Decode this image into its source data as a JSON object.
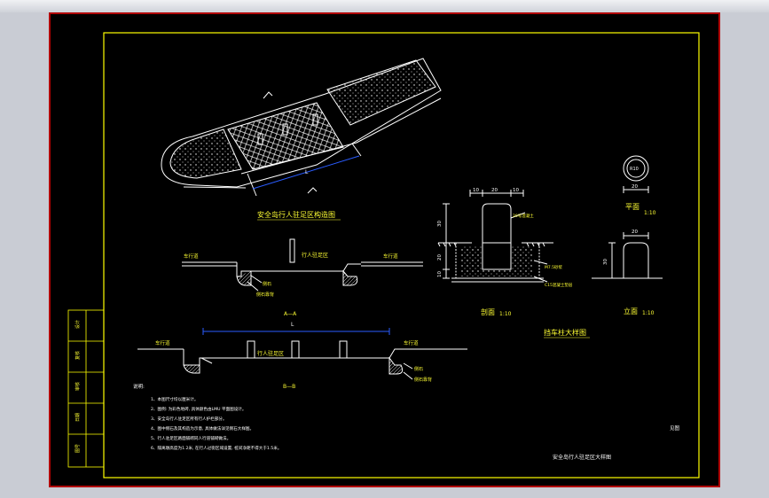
{
  "drawing": {
    "title_block_title": "安全岛行人驻足区大样图",
    "title_block_note": "见图",
    "colors": {
      "sheet": "#000000",
      "border": "#b00000",
      "frame": "#ffff00",
      "lines": "#ffffff",
      "text": "#ffff33",
      "dimension": "#2a5cff"
    }
  },
  "plan_view": {
    "caption": "安全岛行人驻足区构造图",
    "dim_label": "L"
  },
  "section_aa": {
    "label_motor_left": "车行道",
    "label_motor_right": "车行道",
    "label_zone": "行人驻足区",
    "label_curb": "侧石",
    "label_foundation": "侧石靠背"
  },
  "section_bb": {
    "mark_top": "A—A",
    "mark_bottom": "B—B",
    "dim_label": "L",
    "label_left": "车行道",
    "label_right": "车行道",
    "label_zone": "行人驻足区",
    "label_curb": "侧石",
    "label_foundation": "侧石靠背"
  },
  "notes": {
    "heading": "说明:",
    "items": [
      "1、本图尺寸均以厘米计。",
      "2、图例: 为彩色地砖, 具体颜色由LMU 平面图设计。",
      "3、安全岛行人驻足区所有行人护栏部分。",
      "4、图中侧石及其构造为示意, 具体做法详见侧石大样图。",
      "5、行人驻足区路面铺砌同人行道铺砌做法。",
      "6、隔离墩高度为1.2米, 在行人过街区域设置, 桩间净距不得大于1.5米。"
    ]
  },
  "bollard_detail": {
    "title": "挡车柱大样图",
    "plan_label": "平面",
    "plan_scale": "1:10",
    "plan_dim": "20",
    "plan_radius": "R10",
    "section_label": "剖面",
    "section_scale": "1:10",
    "elevation_label": "立面",
    "elevation_scale": "1:10",
    "elevation_dim_w": "20",
    "elevation_dim_h": "30",
    "dim_top": [
      "10",
      "20",
      "10"
    ],
    "dim_left": [
      "30",
      "20",
      "10"
    ],
    "label_base": "20号混凝土",
    "label_sand": "M7.5砂浆",
    "label_bed": "C15混凝土垫层"
  },
  "title_block": {
    "cells": [
      "设计",
      "复核",
      "审核",
      "日期",
      "图号"
    ]
  }
}
